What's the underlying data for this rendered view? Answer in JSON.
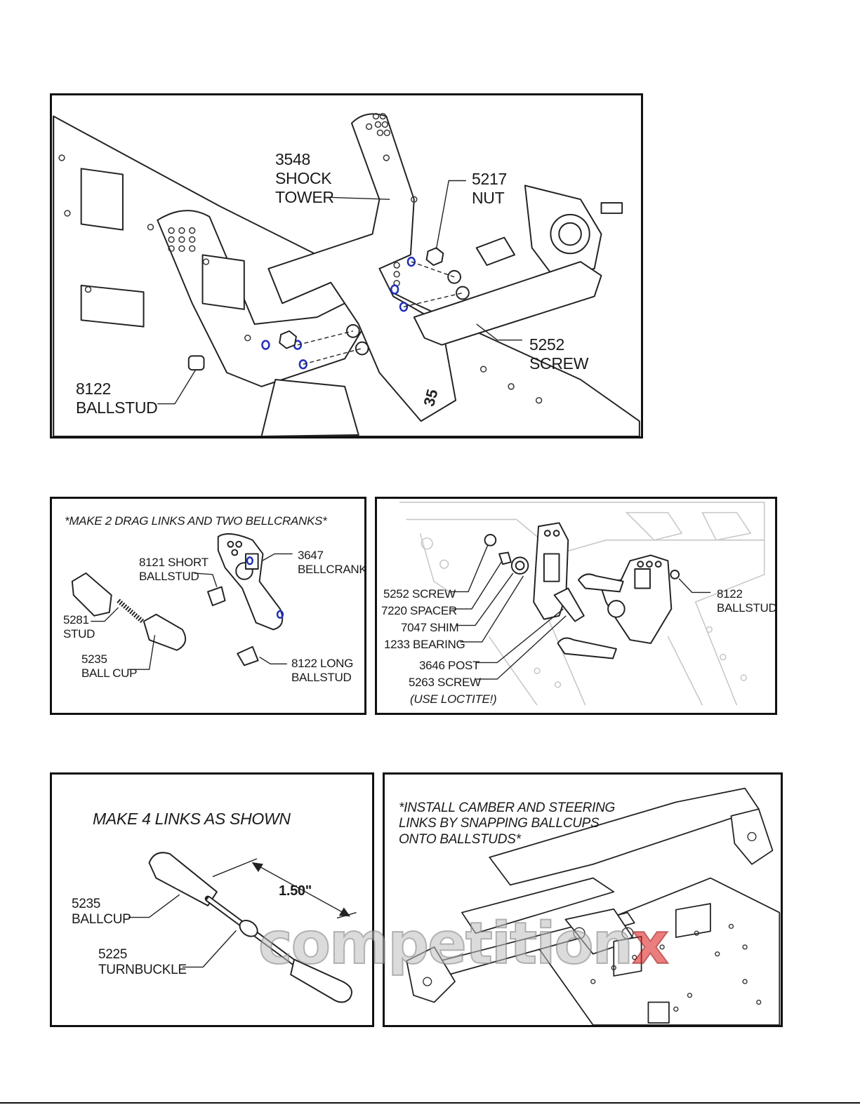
{
  "panel1": {
    "shock_tower": [
      "3548",
      "SHOCK",
      "TOWER"
    ],
    "nut": [
      "5217",
      "NUT"
    ],
    "screw": [
      "5252",
      "SCREW"
    ],
    "ballstud": [
      "8122",
      "BALLSTUD"
    ],
    "tower_mark": "35"
  },
  "panel2": {
    "heading": "*MAKE 2 DRAG LINKS AND TWO BELLCRANKS*",
    "short_ballstud": [
      "8121 SHORT",
      "BALLSTUD"
    ],
    "bellcrank": [
      "3647",
      "BELLCRANK"
    ],
    "stud": [
      "5281",
      "STUD"
    ],
    "ball_cup": [
      "5235",
      "BALL CUP"
    ],
    "long_ballstud": [
      "8122 LONG",
      "BALLSTUD"
    ]
  },
  "panel3": {
    "parts": [
      "5252 SCREW",
      "7220 SPACER",
      "7047 SHIM",
      "1233 BEARING",
      "3646 POST",
      "5263 SCREW"
    ],
    "loctite": "(USE LOCTITE!)",
    "ballstud": [
      "8122",
      "BALLSTUD"
    ]
  },
  "panel4": {
    "heading": "MAKE 4 LINKS AS SHOWN",
    "dimension": "1.50\"",
    "ballcup": [
      "5235",
      "BALLCUP"
    ],
    "turnbuckle": [
      "5225",
      "TURNBUCKLE"
    ]
  },
  "panel5": {
    "note": [
      "*INSTALL CAMBER AND STEERING",
      "LINKS BY SNAPPING BALLCUPS",
      "ONTO BALLSTUDS*"
    ]
  },
  "watermark": {
    "main": "competition",
    "accent": "x"
  },
  "colors": {
    "ink": "#111111",
    "hole_highlight": "#1f2fb8",
    "watermark_accent": "#dc2828"
  }
}
